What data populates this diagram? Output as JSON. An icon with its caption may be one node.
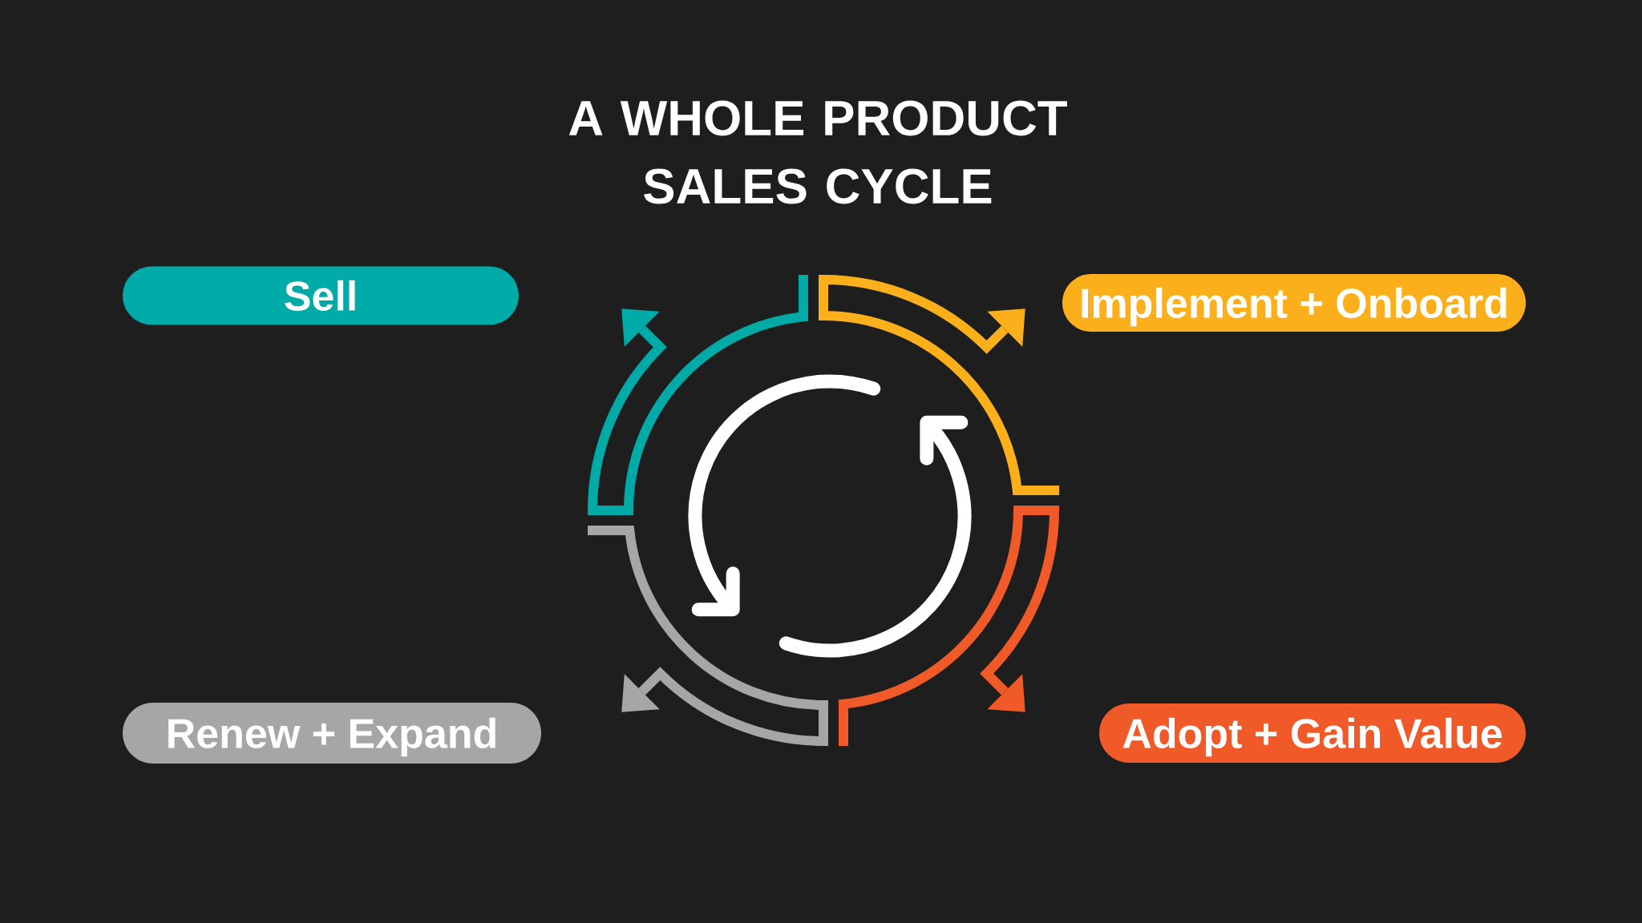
{
  "diagram": {
    "title": "A WHOLE PRODUCT SALES CYCLE",
    "nodes": [
      {
        "text": [
          "Sell"
        ]
      },
      {
        "text": [
          "Implement + Onboard"
        ]
      },
      {
        "text": [
          "Renew + Expand"
        ]
      },
      {
        "text": [
          "Adopt + Gain Value"
        ]
      }
    ]
  }
}
